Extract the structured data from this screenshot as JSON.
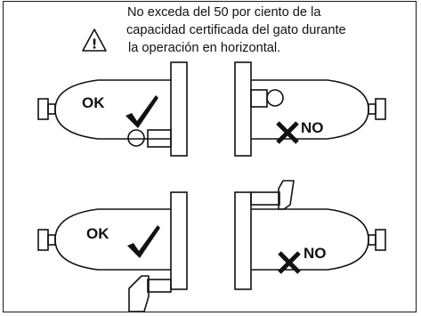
{
  "warning": {
    "icon": "warning-triangle-icon",
    "lines": [
      "No exceda del 50 por ciento de la",
      "capacidad certificada del gato durante",
      "la operación en horizontal."
    ]
  },
  "panels": [
    {
      "id": "top-left",
      "status_label": "OK",
      "status_icon": "checkmark-icon"
    },
    {
      "id": "top-right",
      "status_label": "NO",
      "status_icon": "cross-icon"
    },
    {
      "id": "bottom-left",
      "status_label": "OK",
      "status_icon": "checkmark-icon"
    },
    {
      "id": "bottom-right",
      "status_label": "NO",
      "status_icon": "cross-icon"
    }
  ],
  "colors": {
    "ink": "#111111",
    "background": "#ffffff"
  }
}
